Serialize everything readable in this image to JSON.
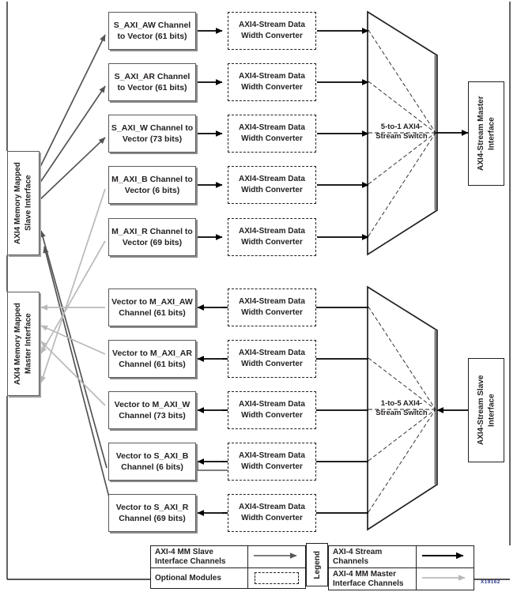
{
  "figure": {
    "id_label": "X19162",
    "outer_border_color": "#231f20"
  },
  "interfaces": {
    "mm_slave": "AXI4 Memory Mapped Slave Interface",
    "mm_master": "AXI4 Memory Mapped Master Interface",
    "stream_master": "AXI4-Stream Master Interface",
    "stream_slave": "AXI4-Stream Slave  Interface"
  },
  "switches": {
    "upper": "5-to-1 AXI4-\nStream Switch",
    "lower": "1-to-5 AXI4-\nStream Switch"
  },
  "converter_label": "AXI4-Stream Data\nWidth Converter",
  "upper_channels": [
    {
      "label": "S_AXI_AW Channel\nto Vector (61 bits)",
      "bits": 61,
      "name": "S_AXI_AW"
    },
    {
      "label": "S_AXI_AR Channel\nto Vector (61 bits)",
      "bits": 61,
      "name": "S_AXI_AR"
    },
    {
      "label": "S_AXI_W Channel to\nVector (73 bits)",
      "bits": 73,
      "name": "S_AXI_W"
    },
    {
      "label": "M_AXI_B Channel to\nVector (6 bits)",
      "bits": 6,
      "name": "M_AXI_B"
    },
    {
      "label": "M_AXI_R Channel to\nVector (69 bits)",
      "bits": 69,
      "name": "M_AXI_R"
    }
  ],
  "lower_channels": [
    {
      "label": "Vector to M_AXI_AW\nChannel (61 bits)",
      "bits": 61,
      "name": "M_AXI_AW"
    },
    {
      "label": "Vector to M_AXI_AR\nChannel (61 bits)",
      "bits": 61,
      "name": "M_AXI_AR"
    },
    {
      "label": "Vector to M_AXI_W\nChannel (73 bits)",
      "bits": 73,
      "name": "M_AXI_W"
    },
    {
      "label": "Vector to S_AXI_B\nChannel (6 bits)",
      "bits": 6,
      "name": "S_AXI_B"
    },
    {
      "label": "Vector to S_AXI_R\nChannel (69 bits)",
      "bits": 69,
      "name": "S_AXI_R"
    }
  ],
  "legend": {
    "tab_label": "Legend",
    "rows": [
      {
        "text": "AXI-4 MM Slave Interface Channels",
        "art": "arrow-dark-gray"
      },
      {
        "text": "Optional Modules",
        "art": "dashed-box"
      },
      {
        "text": "AXI-4 Stream Channels",
        "art": "arrow-black"
      },
      {
        "text": "AXI-4 MM Master Interface Channels",
        "art": "arrow-light-gray"
      }
    ]
  },
  "colors": {
    "mm_slave_line": "#545454",
    "mm_master_line": "#b9b9b9",
    "stream_line": "#000000",
    "box_border": "#58595b",
    "text": "#231f20"
  }
}
